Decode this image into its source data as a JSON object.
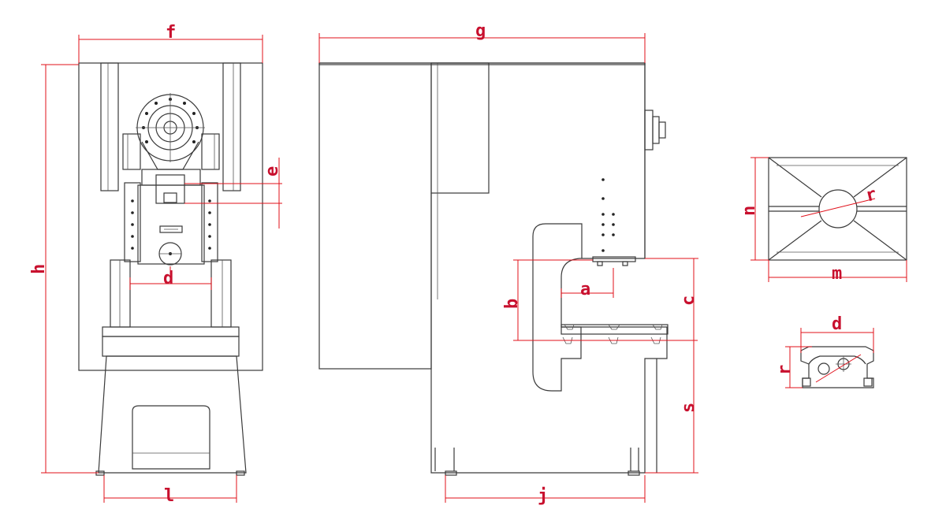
{
  "diagram": {
    "colors": {
      "dimension": "#e0101a",
      "label": "#c8102e",
      "outline": "#3a3a3a"
    },
    "labels": {
      "f": "f",
      "h": "h",
      "e": "e",
      "d_front": "d",
      "l_front": "l",
      "g": "g",
      "a": "a",
      "b": "b",
      "c": "c",
      "s": "s",
      "j": "j",
      "n": "n",
      "m": "m",
      "r_table": "r",
      "d_detail": "d",
      "r_detail": "r"
    }
  }
}
